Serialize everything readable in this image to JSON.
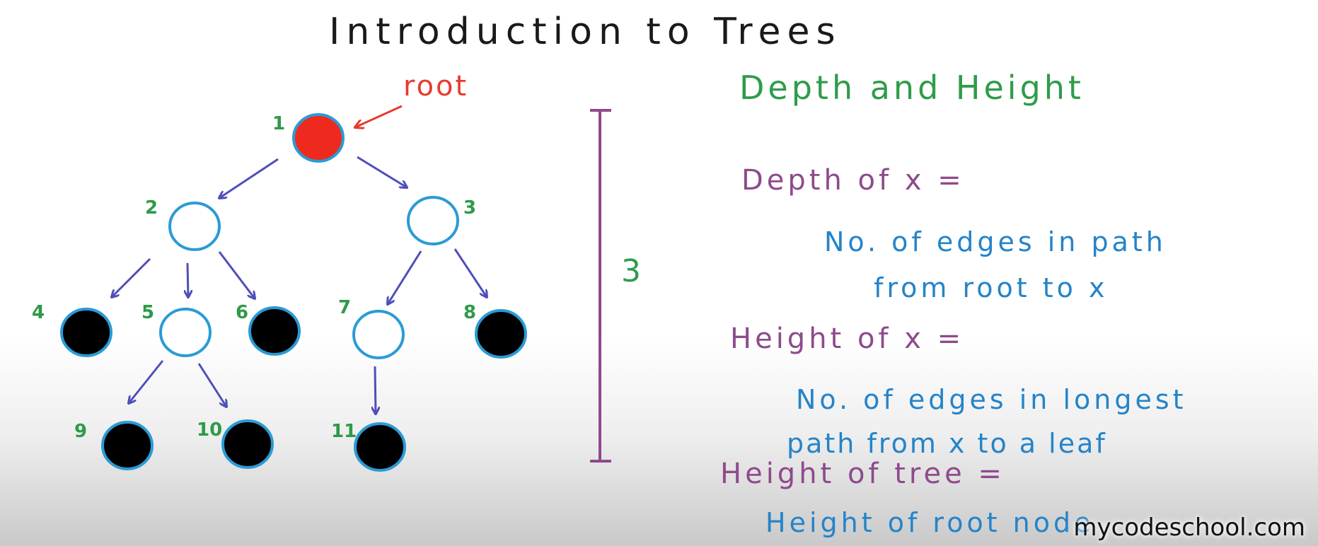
{
  "title": "Introduction to Trees",
  "tree": {
    "root_label": "root",
    "nodes": [
      {
        "label": "1",
        "fill": "#ee2a1e"
      },
      {
        "label": "2",
        "fill": "#ffffff"
      },
      {
        "label": "3",
        "fill": "#ffffff"
      },
      {
        "label": "4",
        "fill": "#000000"
      },
      {
        "label": "5",
        "fill": "#ffffff"
      },
      {
        "label": "6",
        "fill": "#000000"
      },
      {
        "label": "7",
        "fill": "#ffffff"
      },
      {
        "label": "8",
        "fill": "#000000"
      },
      {
        "label": "9",
        "fill": "#000000"
      },
      {
        "label": "10",
        "fill": "#000000"
      },
      {
        "label": "11",
        "fill": "#000000"
      }
    ],
    "edges": [
      [
        "1",
        "2"
      ],
      [
        "1",
        "3"
      ],
      [
        "2",
        "4"
      ],
      [
        "2",
        "5"
      ],
      [
        "2",
        "6"
      ],
      [
        "3",
        "7"
      ],
      [
        "3",
        "8"
      ],
      [
        "5",
        "9"
      ],
      [
        "5",
        "10"
      ],
      [
        "7",
        "11"
      ]
    ],
    "height_marker": "3"
  },
  "notes": {
    "heading": "Depth and Height",
    "depth_def": "Depth of x =",
    "depth_desc_1": "No. of edges in path",
    "depth_desc_2": "from root to x",
    "height_def": "Height of x =",
    "height_desc_1": "No. of edges in longest",
    "height_desc_2": "path from x to a leaf",
    "tree_height_def": "Height of tree =",
    "tree_height_desc": "Height of root node"
  },
  "colors": {
    "node_outline": "#2a9bd6",
    "edge": "#4f4fb8",
    "root_arrow": "#e83a2e",
    "bracket": "#8e4a8c"
  },
  "watermark": "mycodeschool.com"
}
